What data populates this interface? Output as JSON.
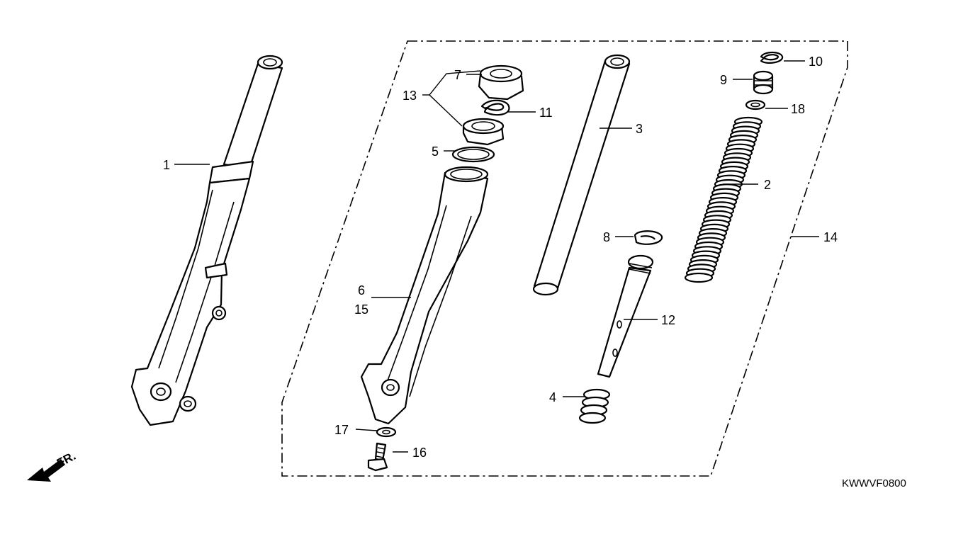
{
  "callouts": [
    {
      "id": "1",
      "text": "1"
    },
    {
      "id": "2",
      "text": "2"
    },
    {
      "id": "3",
      "text": "3"
    },
    {
      "id": "4",
      "text": "4"
    },
    {
      "id": "5",
      "text": "5"
    },
    {
      "id": "6",
      "text": "6"
    },
    {
      "id": "7",
      "text": "7"
    },
    {
      "id": "8",
      "text": "8"
    },
    {
      "id": "9",
      "text": "9"
    },
    {
      "id": "10",
      "text": "10"
    },
    {
      "id": "11",
      "text": "11"
    },
    {
      "id": "12",
      "text": "12"
    },
    {
      "id": "13",
      "text": "13"
    },
    {
      "id": "14",
      "text": "14"
    },
    {
      "id": "15",
      "text": "15"
    },
    {
      "id": "16",
      "text": "16"
    },
    {
      "id": "17",
      "text": "17"
    },
    {
      "id": "18",
      "text": "18"
    }
  ],
  "direction_label": "FR.",
  "diagram_code": "KWWVF0800"
}
